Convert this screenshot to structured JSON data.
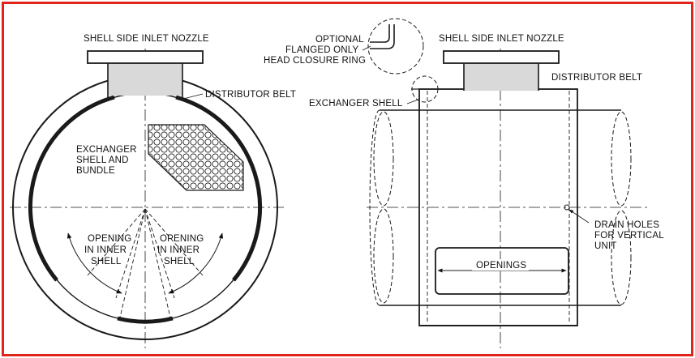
{
  "border_color": "#e0241b",
  "line_color": "#1a1a1a",
  "left_view": {
    "nozzle_label": "SHELL SIDE INLET NOZZLE",
    "belt_label": "DISTRIBUTOR BELT",
    "bundle_label": [
      "EXCHANGER",
      "SHELL AND",
      "BUNDLE"
    ],
    "opening_left_label": [
      "OPENING",
      "IN INNER",
      "SHELL"
    ],
    "opening_right_label": [
      "OPENING",
      "IN INNER",
      "SHELL"
    ]
  },
  "right_view": {
    "flange_label": [
      "OPTIONAL",
      "FLANGED ONLY",
      "HEAD CLOSURE RING"
    ],
    "nozzle_label": "SHELL SIDE INLET NOZZLE",
    "belt_label": "DISTRIBUTOR BELT",
    "shell_label": "EXCHANGER SHELL",
    "drain_label": [
      "DRAIN HOLES",
      "FOR VERTICAL",
      "UNIT"
    ],
    "openings_label": "OPENINGS"
  }
}
